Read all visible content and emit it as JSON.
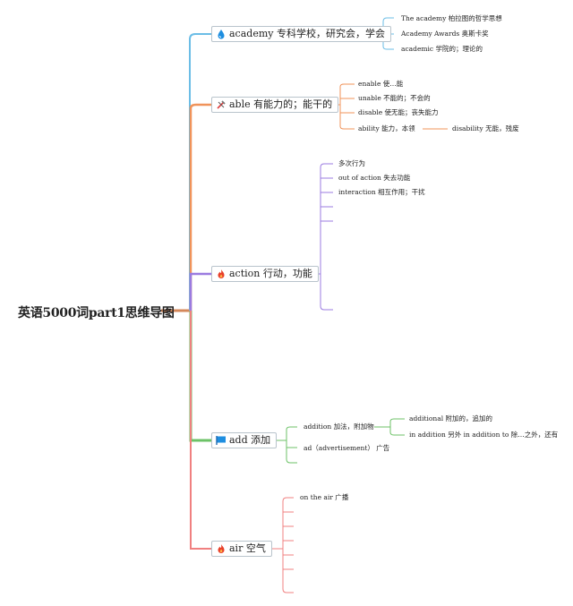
{
  "root": {
    "label": "英语5000词part1思维导图"
  },
  "topics": [
    {
      "label": "academy 专科学校，研究会，学会",
      "icon": "water-drop-icon",
      "color": "#6bbde6",
      "children": [
        "The academy 柏拉图的哲学思想",
        "Academy Awards 奥斯卡奖",
        "academic 学院的；理论的"
      ]
    },
    {
      "label": "able 有能力的；能干的",
      "icon": "tools-icon",
      "color": "#f0935a",
      "children": [
        "enable 使…能",
        "unable 不能的；不会的",
        "disable 使无能；丧失能力",
        "ability 能力，本领"
      ],
      "subchild": "disability 无能，残废"
    },
    {
      "label": "action 行动，功能",
      "icon": "fire-icon",
      "color": "#9b7be0",
      "children": [
        "多次行为",
        "out of action 失去功能",
        "interaction 相互作用；干扰"
      ]
    },
    {
      "label": "add 添加",
      "icon": "flag-icon",
      "color": "#6cc267",
      "children": [
        "addition 加法，附加物",
        "ad（advertisement） 广告"
      ],
      "subchildren": [
        "additional 附加的，追加的",
        "in addition 另外 in addition to 除…之外，还有"
      ]
    },
    {
      "label": "air 空气",
      "icon": "fire-icon",
      "color": "#f08080",
      "children": [
        "on the air 广播"
      ]
    }
  ],
  "colors": {
    "academy": "#6bbde6",
    "able": "#f0935a",
    "action": "#9b7be0",
    "add": "#6cc267",
    "air": "#f08080",
    "trunk": "#e08a5a"
  }
}
